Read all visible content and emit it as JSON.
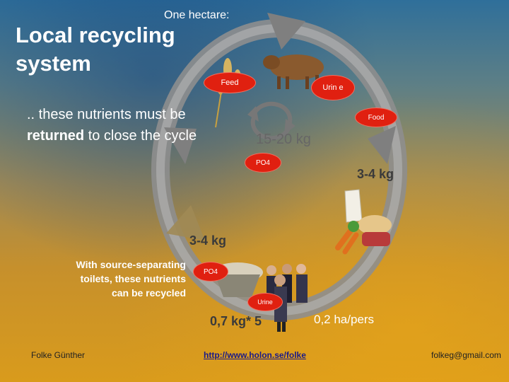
{
  "header": {
    "title_line1": "Local recycling",
    "title_line2": "system",
    "hectare": "One hectare:"
  },
  "text": {
    "returned_part1": ".. these nutrients must be",
    "returned_bold": "returned",
    "returned_part2": "to close the cycle",
    "recycled": "With source-separating toilets, these nutrients can be recycled"
  },
  "labels": {
    "feed": "Feed",
    "urine_top": "Urin e",
    "food": "Food",
    "po4_center": "PO4",
    "po4_left": "PO4",
    "urine_bottom": "Urine",
    "kg_15_20": "15-20 kg",
    "kg_3_4_right": "3-4 kg",
    "kg_3_4_left": "3-4 kg",
    "kg_075": "0,7 kg* 5",
    "ha_pers": "0,2 ha/pers"
  },
  "footer": {
    "author": "Folke Günther",
    "url": "http://www.holon.se/folke",
    "email": "folkeg@gmail.com"
  },
  "colors": {
    "badge": "#e02010",
    "cycle_ring": "#9a9a9a"
  }
}
